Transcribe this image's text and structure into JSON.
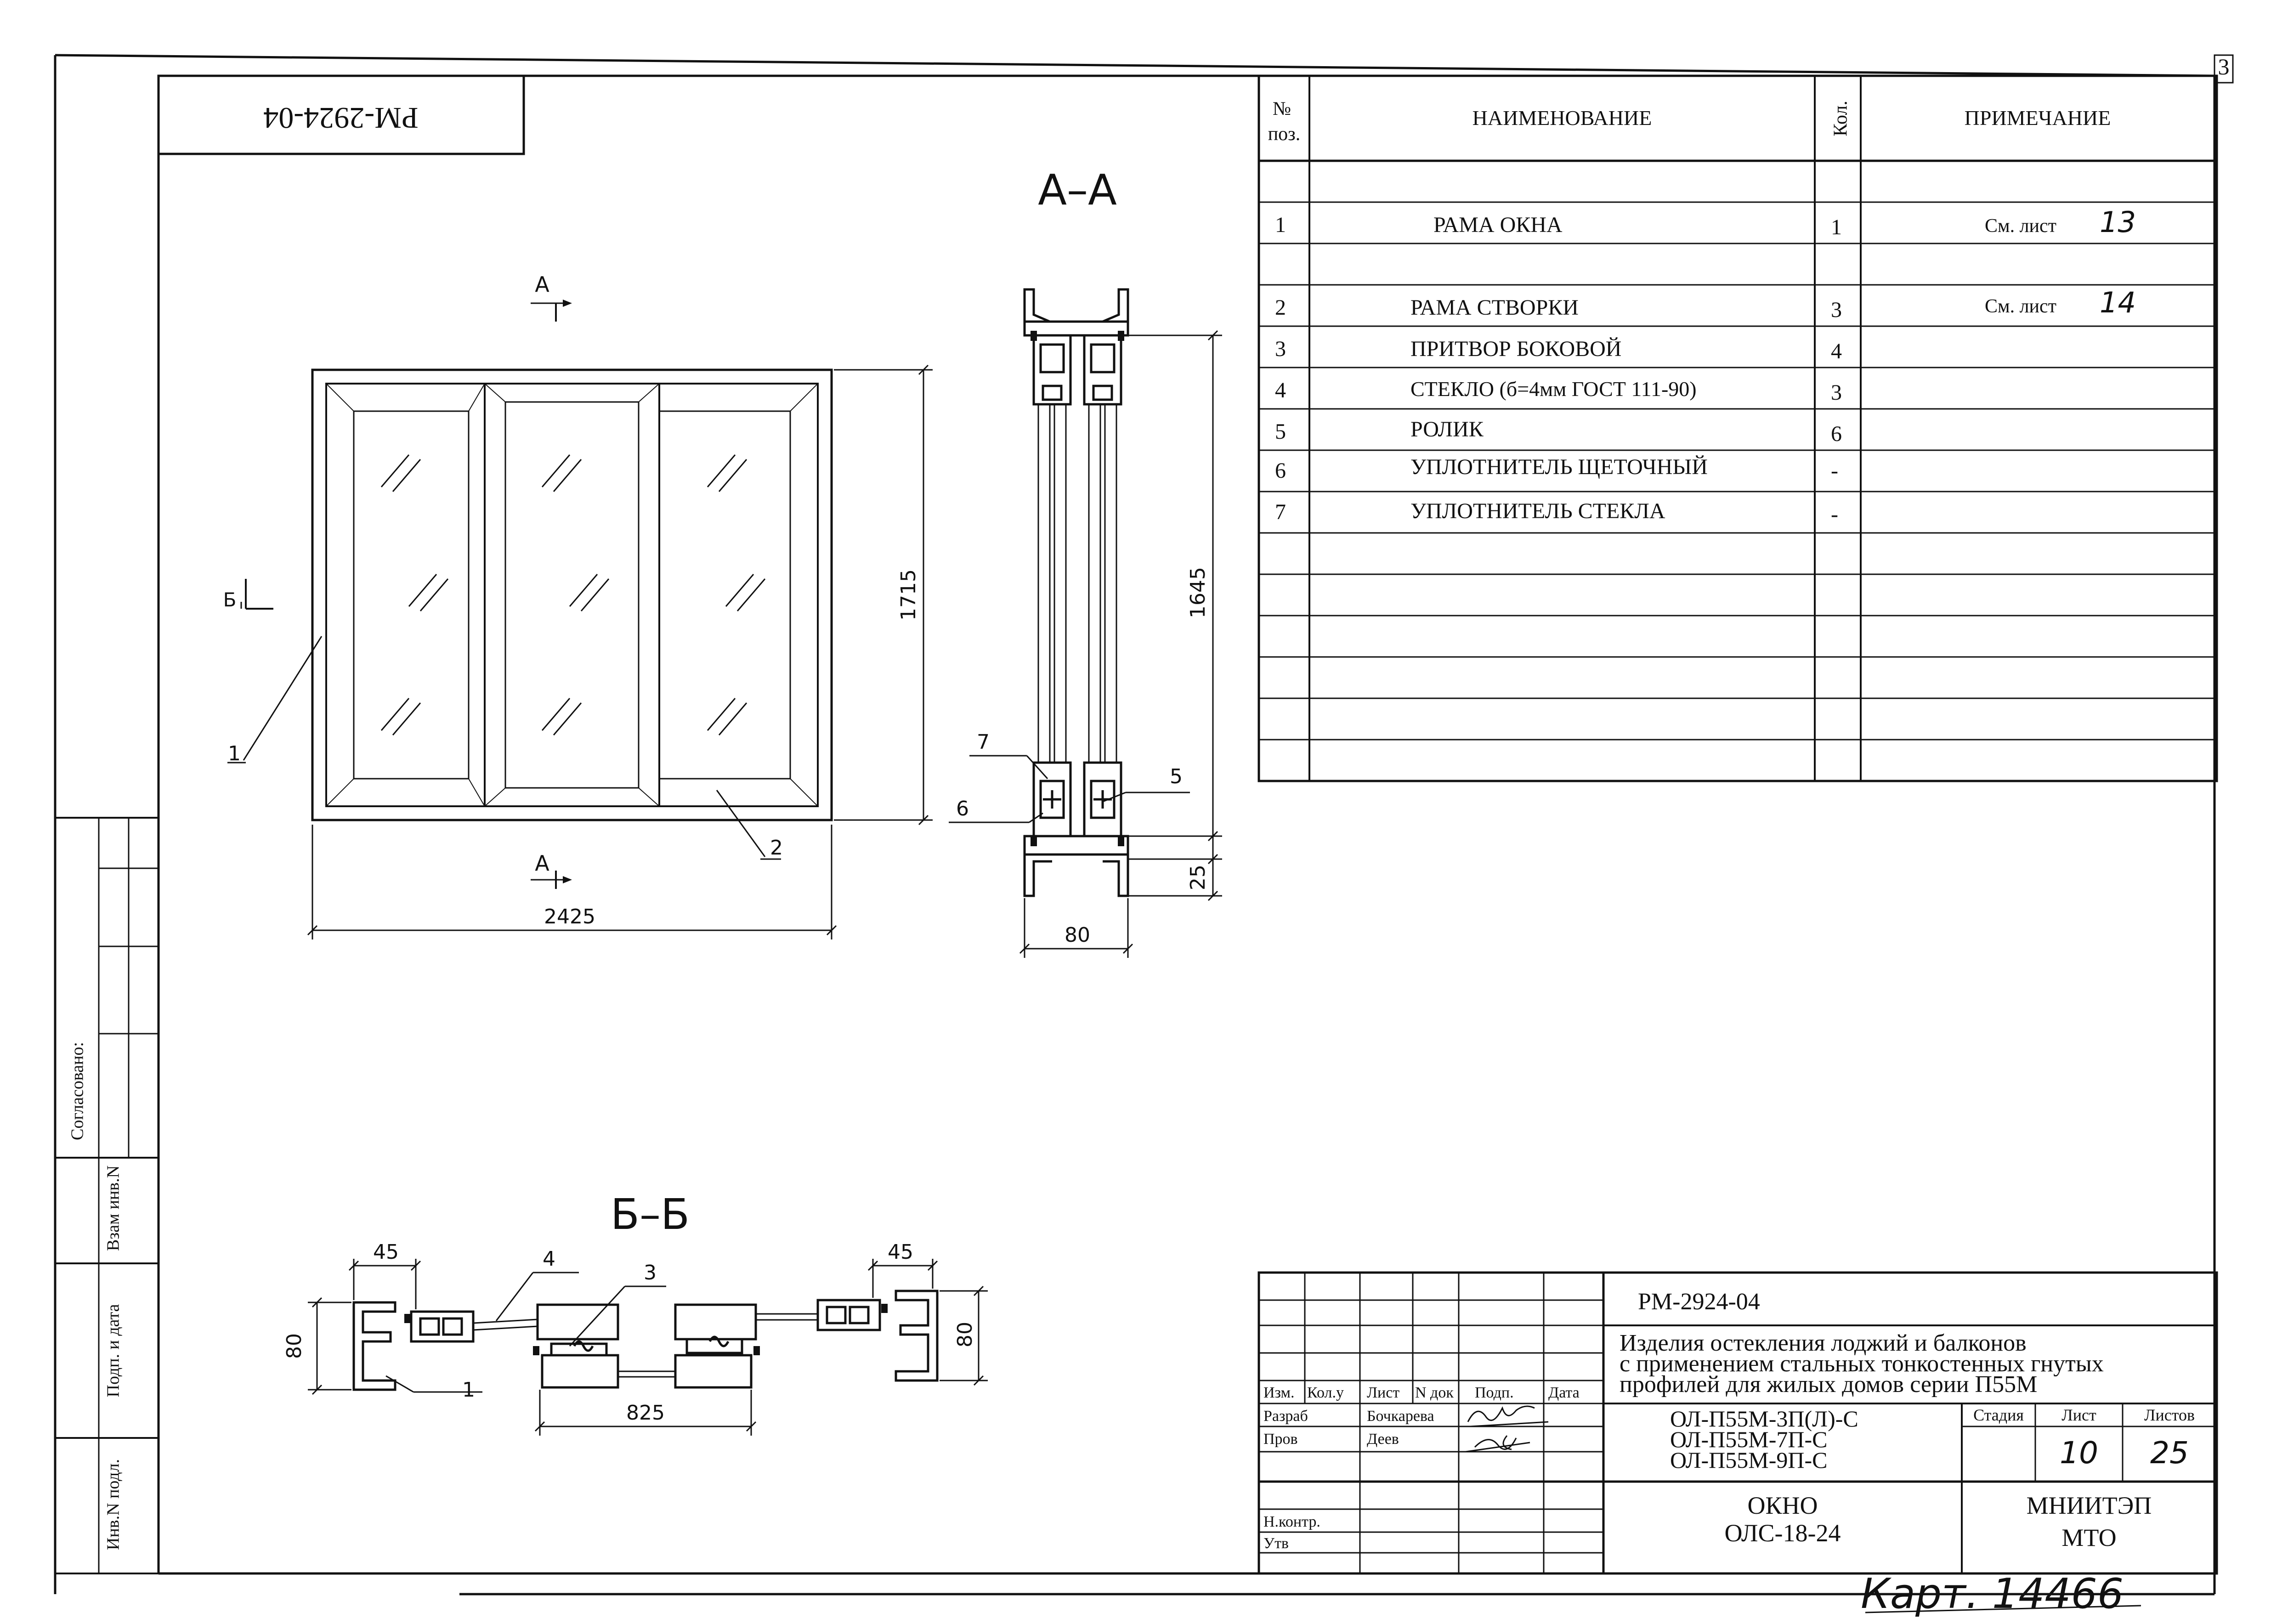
{
  "sheet_code": "РМ-2924-04",
  "sheet_code_rotated": "РМ-2924-04",
  "corner_mark": "3",
  "sections": {
    "aa": "А–А",
    "bb": "Б–Б"
  },
  "section_markers": {
    "a": "А",
    "b": "Б"
  },
  "elevation": {
    "width": "2425",
    "height": "1715",
    "callouts": [
      "1",
      "2"
    ]
  },
  "section_aa": {
    "height": "1645",
    "width": "80",
    "bottom": "25",
    "callouts": [
      "7",
      "6",
      "5"
    ]
  },
  "section_bb": {
    "left_width": "45",
    "right_width": "45",
    "left_height": "80",
    "right_height": "80",
    "center_width": "825",
    "callouts": [
      "4",
      "3",
      "1"
    ]
  },
  "spec": {
    "headers": {
      "pos": "№ поз.",
      "pos_a": "№",
      "pos_b": "поз.",
      "name": "НАИМЕНОВАНИЕ",
      "qty": "Кол.",
      "note": "ПРИМЕЧАНИЕ"
    },
    "rows": [
      {
        "pos": "1",
        "name": "РАМА ОКНА",
        "qty": "1",
        "note": "См. лист",
        "sheet": "13"
      },
      {
        "pos": "2",
        "name": "РАМА СТВОРКИ",
        "qty": "3",
        "note": "См. лист",
        "sheet": "14"
      },
      {
        "pos": "3",
        "name": "ПРИТВОР БОКОВОЙ",
        "qty": "4",
        "note": "",
        "sheet": ""
      },
      {
        "pos": "4",
        "name": "СТЕКЛО (б=4мм ГОСТ 111-90)",
        "qty": "3",
        "note": "",
        "sheet": ""
      },
      {
        "pos": "5",
        "name": "РОЛИК",
        "qty": "6",
        "note": "",
        "sheet": ""
      },
      {
        "pos": "6",
        "name": "УПЛОТНИТЕЛЬ ЩЕТОЧНЫЙ",
        "qty": "-",
        "note": "",
        "sheet": ""
      },
      {
        "pos": "7",
        "name": "УПЛОТНИТЕЛЬ СТЕКЛА",
        "qty": "-",
        "note": "",
        "sheet": ""
      }
    ]
  },
  "left_strip": {
    "agreed": "Согласовано:",
    "replace_inv": "Взам инв.N",
    "sign_date": "Подп. и дата",
    "inv_orig": "Инв.N подл."
  },
  "title_block": {
    "code": "РМ-2924-04",
    "description": [
      "Изделия остекления лоджий и балконов",
      "с применением стальных тонкостенных гнутых",
      "профилей для жилых домов серии П55М"
    ],
    "rev_headers": [
      "Изм.",
      "Кол.у",
      "Лист",
      "N док",
      "Подп.",
      "Дата"
    ],
    "roles": [
      {
        "role": "Разраб",
        "name": "Бочкарева"
      },
      {
        "role": "Пров",
        "name": "Деев"
      },
      {
        "role": "",
        "name": ""
      },
      {
        "role": "",
        "name": ""
      },
      {
        "role": "Н.контр.",
        "name": ""
      },
      {
        "role": "Утв",
        "name": ""
      }
    ],
    "products": [
      "ОЛ-П55М-3П(Л)-С",
      "ОЛ-П55М-7П-С",
      "ОЛ-П55М-9П-С"
    ],
    "stage_label": "Стадия",
    "sheet_label": "Лист",
    "sheets_label": "Листов",
    "sheet_value": "10",
    "sheets_value": "25",
    "object_name": "ОКНО",
    "object_code": "ОЛС-18-24",
    "org_name": "МНИИТЭП",
    "org_dept": "МТО"
  },
  "handwritten_note": "Карт. 14466"
}
